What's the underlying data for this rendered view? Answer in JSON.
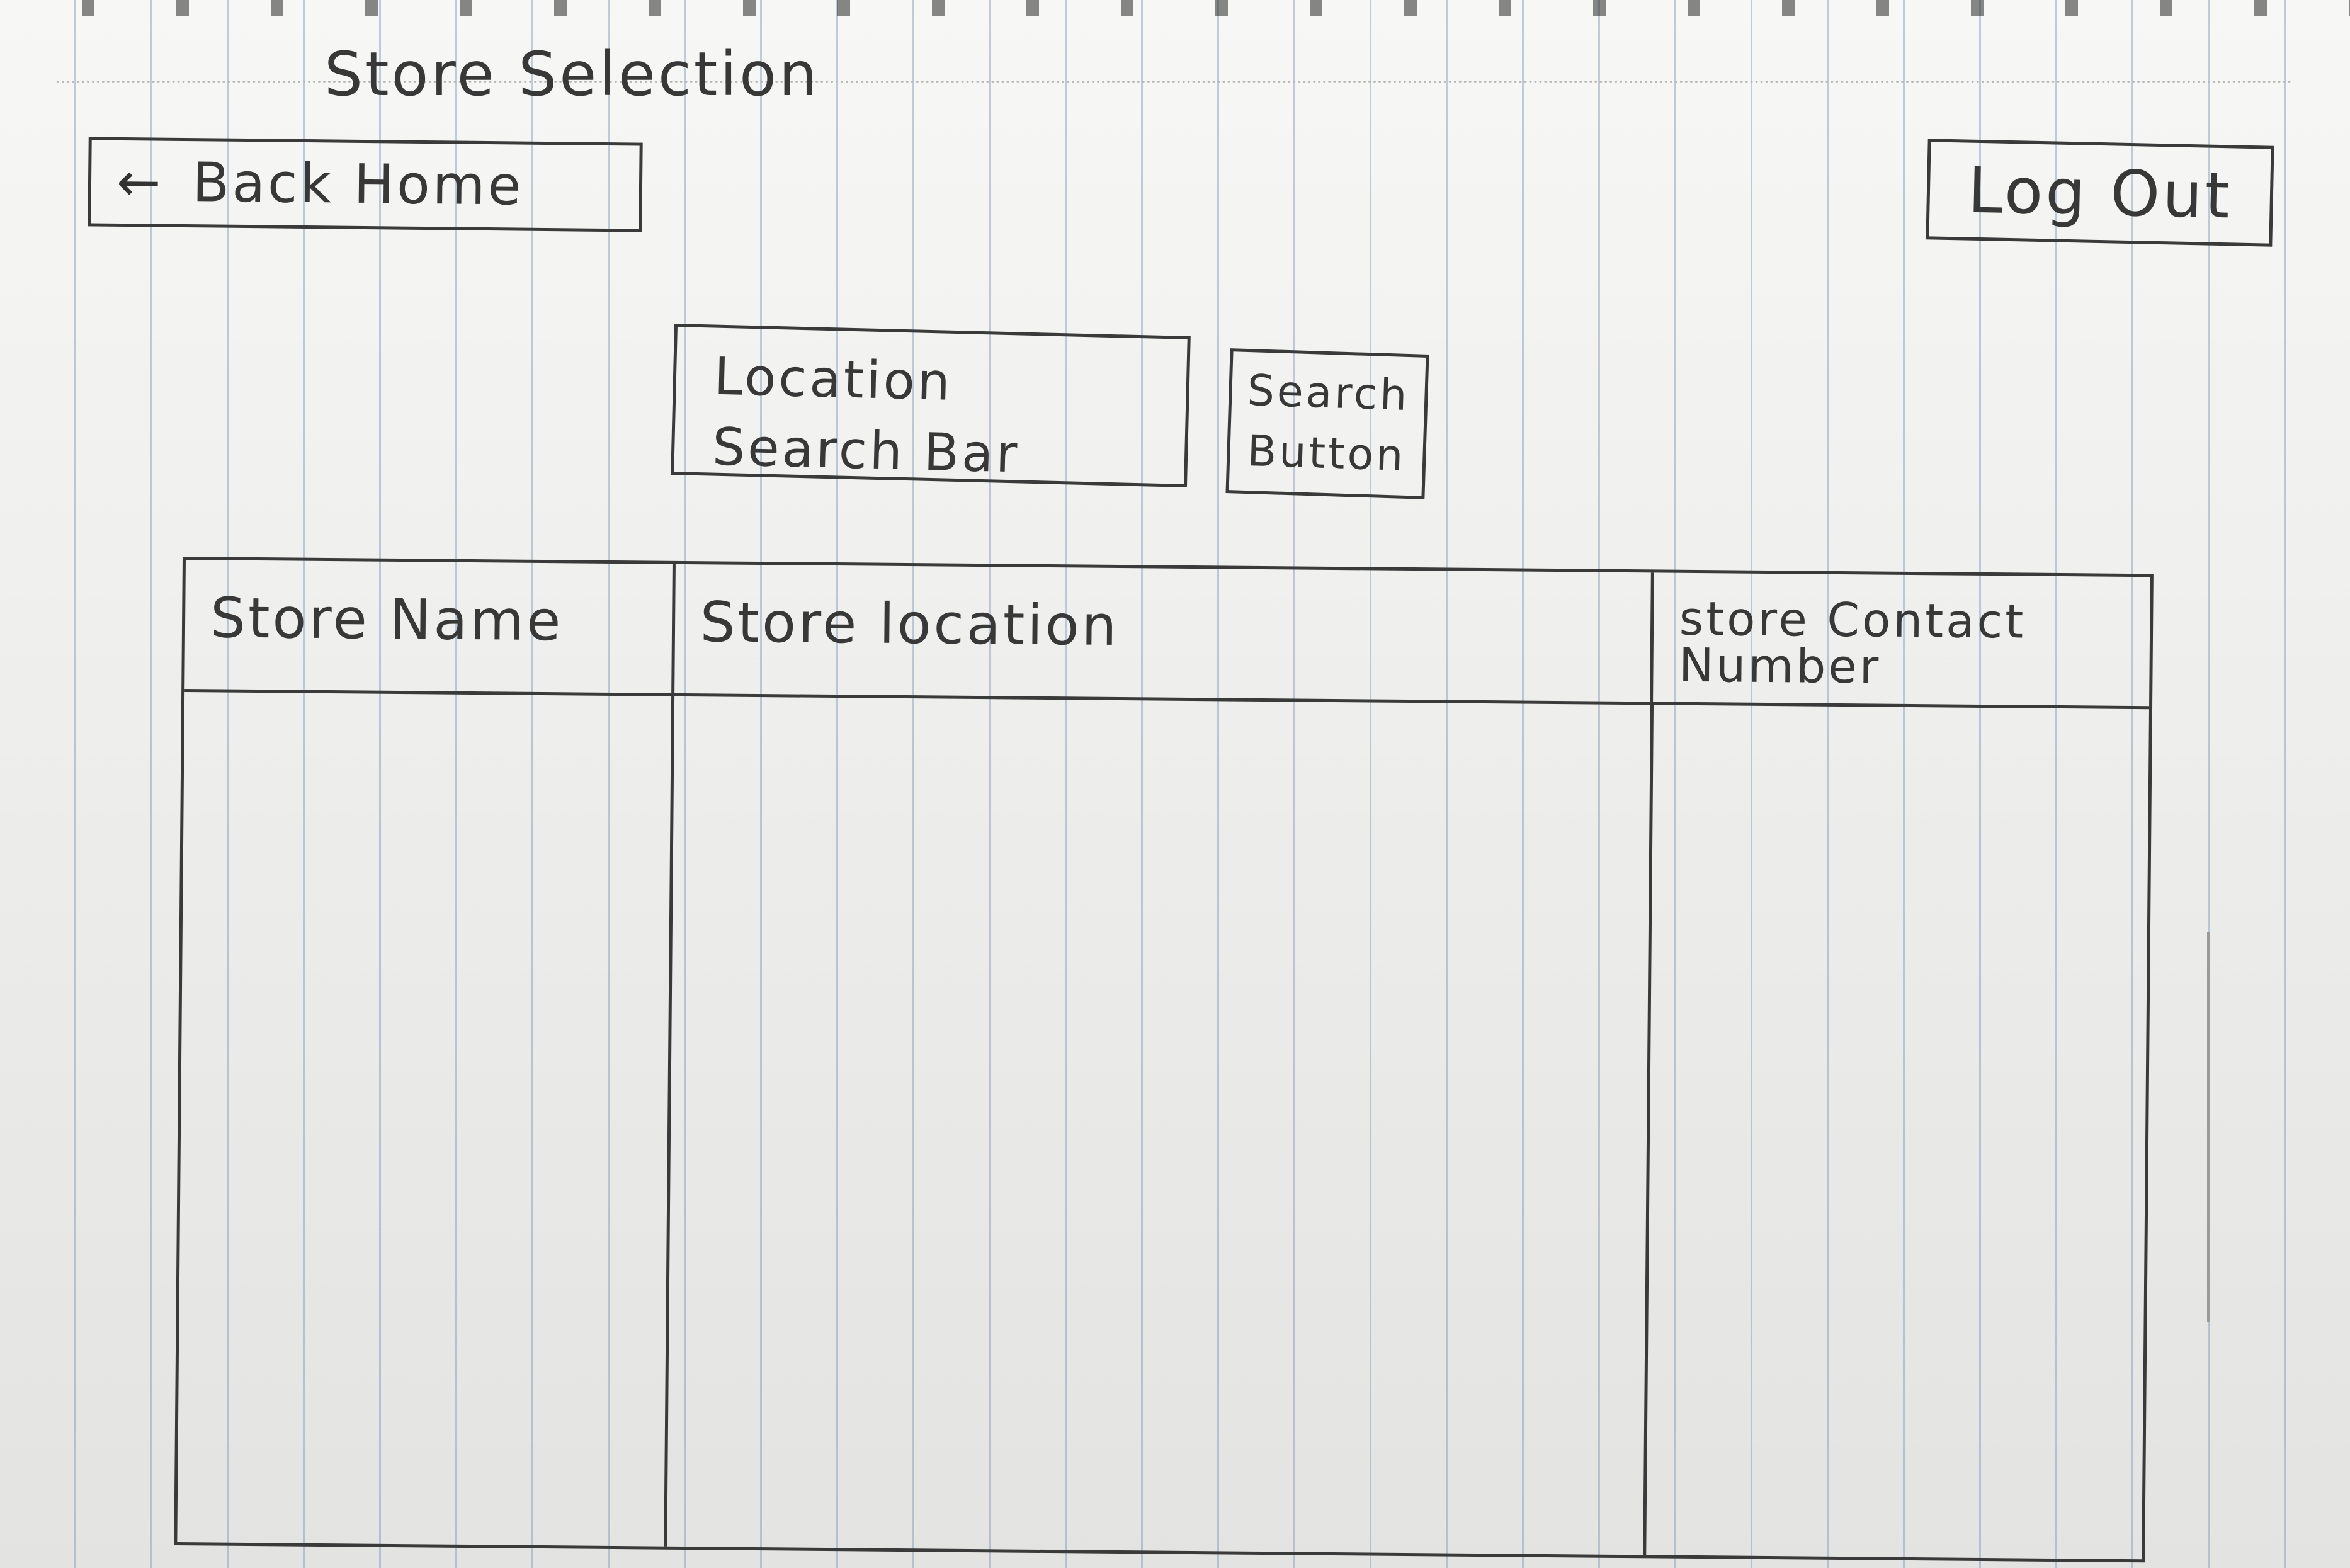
{
  "page": {
    "title": "Store Selection"
  },
  "header": {
    "back_button": {
      "label": "Back Home",
      "icon": "arrow-left-icon"
    },
    "logout_button": {
      "label": "Log Out"
    }
  },
  "search": {
    "input_placeholder": "Location\nSearch Bar",
    "button_label": "Search\nButton"
  },
  "table": {
    "columns": [
      "Store Name",
      "Store location",
      "store Contact Number"
    ]
  }
}
